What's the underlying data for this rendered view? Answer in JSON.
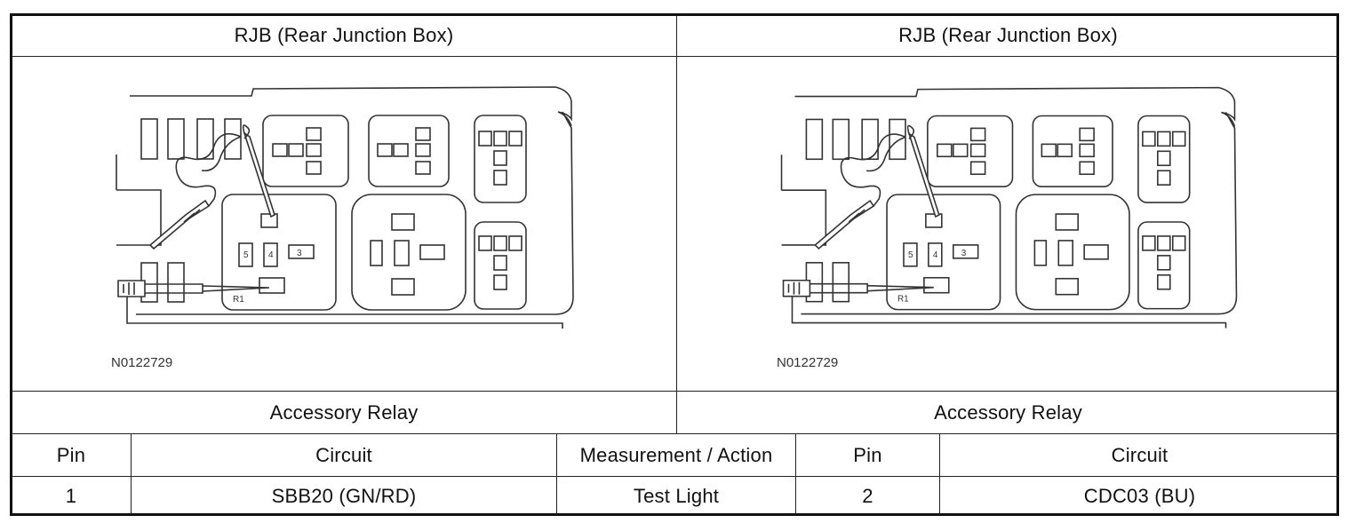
{
  "left": {
    "heading": "RJB (Rear Junction Box)",
    "figure_code": "N0122729",
    "fuse_labels": {
      "p5": "5",
      "p4": "4",
      "p3": "3",
      "r1": "R1"
    },
    "caption": "Accessory Relay"
  },
  "right": {
    "heading": "RJB (Rear Junction Box)",
    "figure_code": "N0122729",
    "fuse_labels": {
      "p5": "5",
      "p4": "4",
      "p3": "3",
      "r1": "R1"
    },
    "caption": "Accessory Relay"
  },
  "table": {
    "headers": [
      "Pin",
      "Circuit",
      "Measurement / Action",
      "Pin",
      "Circuit"
    ],
    "row": [
      "1",
      "SBB20 (GN/RD)",
      "Test Light",
      "2",
      "CDC03 (BU)"
    ]
  }
}
